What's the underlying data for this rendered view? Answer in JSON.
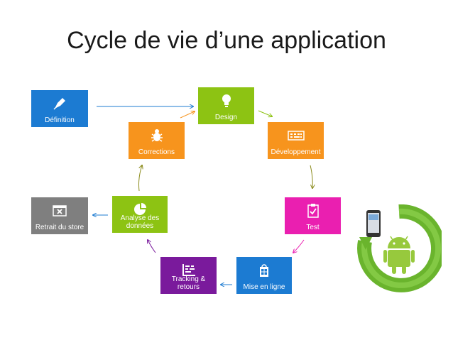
{
  "title": "Cycle de vie d’une application",
  "tiles": {
    "definition": "Définition",
    "design": "Design",
    "corrections": "Corrections",
    "developpement": "Développement",
    "analyse": "Analyse des\ndonnées",
    "retrait": "Retrait du store",
    "test": "Test",
    "tracking": "Tracking &\nretours",
    "mise": "Mise en ligne"
  },
  "colors": {
    "blue": "#1c7bd2",
    "green": "#8dc313",
    "orange": "#f7941d",
    "gray": "#7f7f7f",
    "magenta": "#ea1fb0",
    "purple": "#7a1a9c"
  },
  "icons": {
    "definition": "pen-icon",
    "design": "lightbulb-icon",
    "corrections": "bug-icon",
    "developpement": "keyboard-icon",
    "analyse": "pie-chart-icon",
    "retrait": "remove-window-icon",
    "test": "clipboard-check-icon",
    "tracking": "bar-list-icon",
    "mise": "store-bag-icon"
  }
}
